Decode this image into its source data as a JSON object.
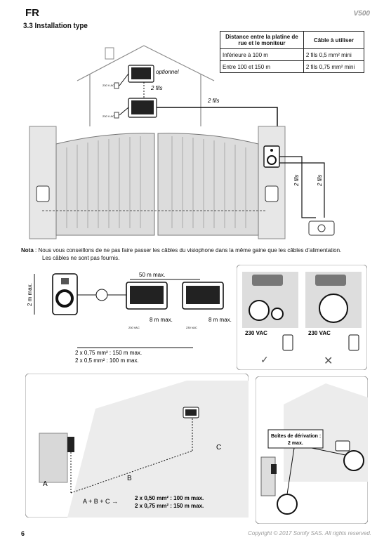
{
  "header": {
    "lang": "FR",
    "model": "V500",
    "section": "3.3 Installation type"
  },
  "cable_table": {
    "headers": [
      "Distance entre la platine de rue et le moniteur",
      "Câble à utiliser"
    ],
    "rows": [
      [
        "Inférieure à 100 m",
        "2 fils 0,5 mm² mini"
      ],
      [
        "Entre 100 et 150 m",
        "2 fils 0,75 mm² mini"
      ]
    ]
  },
  "fig1": {
    "optional_label": "optionnel",
    "wires_label": "2 fils",
    "voltage_small": "230 V AC"
  },
  "note": {
    "label": "Nota",
    "line1": ": Nous vous conseillons de ne pas faire passer les câbles du visiophone dans la même gaine que les câbles d’alimentation.",
    "line2": "Les câbles ne sont pas fournis."
  },
  "fig2": {
    "height_label": "2 m max.",
    "distance_label": "50 m max.",
    "cable_height_label": "8 m max.",
    "cable_line1": "2 x 0,75 mm² : 150 m max.",
    "cable_line2": "2 x 0,5 mm² : 100 m max.",
    "voltage_small": "230 VAC"
  },
  "fig3": {
    "voltage_label": "230 VAC"
  },
  "fig4": {
    "label_a": "A",
    "label_b": "B",
    "label_c": "C",
    "formula": "A + B + C →",
    "line1": "2 x 0,50 mm² : 100 m max.",
    "line2": "2 x 0,75 mm² : 150 m max."
  },
  "fig5": {
    "boxes_label": "Boîtes de dérivation :",
    "boxes_count": "2 max."
  },
  "footer": {
    "page": "6",
    "copyright": "Copyright © 2017 Somfy SAS. All rights reserved."
  }
}
